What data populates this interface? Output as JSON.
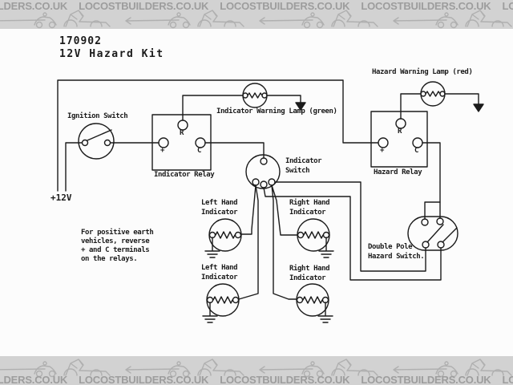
{
  "banner": {
    "text": "LOCOSTBUILDERS.CO.UK"
  },
  "title": {
    "part_number": "170902",
    "kit_name": "12V Hazard Kit"
  },
  "supply": {
    "label": "+12V"
  },
  "note": {
    "text": "For positive earth\nvehicles, reverse\n+ and C terminals\non the relays."
  },
  "components": {
    "ignition_switch": {
      "label": "Ignition Switch"
    },
    "indicator_relay": {
      "label": "Indicator Relay",
      "terminals": {
        "r": "R",
        "plus": "+",
        "c": "C"
      }
    },
    "indicator_warning_lamp": {
      "label": "Indicator Warning Lamp (green)"
    },
    "hazard_warning_lamp": {
      "label": "Hazard Warning Lamp (red)"
    },
    "hazard_relay": {
      "label": "Hazard Relay",
      "terminals": {
        "r": "R",
        "plus": "+",
        "c": "C"
      }
    },
    "indicator_switch": {
      "label": "Indicator\nSwitch"
    },
    "left_hand_indicator_upper": {
      "label": "Left Hand\nIndicator"
    },
    "right_hand_indicator_upper": {
      "label": "Right Hand\nIndicator"
    },
    "left_hand_indicator_lower": {
      "label": "Left Hand\nIndicator"
    },
    "right_hand_indicator_lower": {
      "label": "Right Hand\nIndicator"
    },
    "double_pole_hazard_switch": {
      "label": "Double Pole\nHazard Switch."
    }
  },
  "colors": {
    "diagram_line": "#1b1b1b",
    "banner_background": "#d2d2d2",
    "banner_text": "#9d9d9d",
    "canvas_background": "#fcfcfc"
  }
}
